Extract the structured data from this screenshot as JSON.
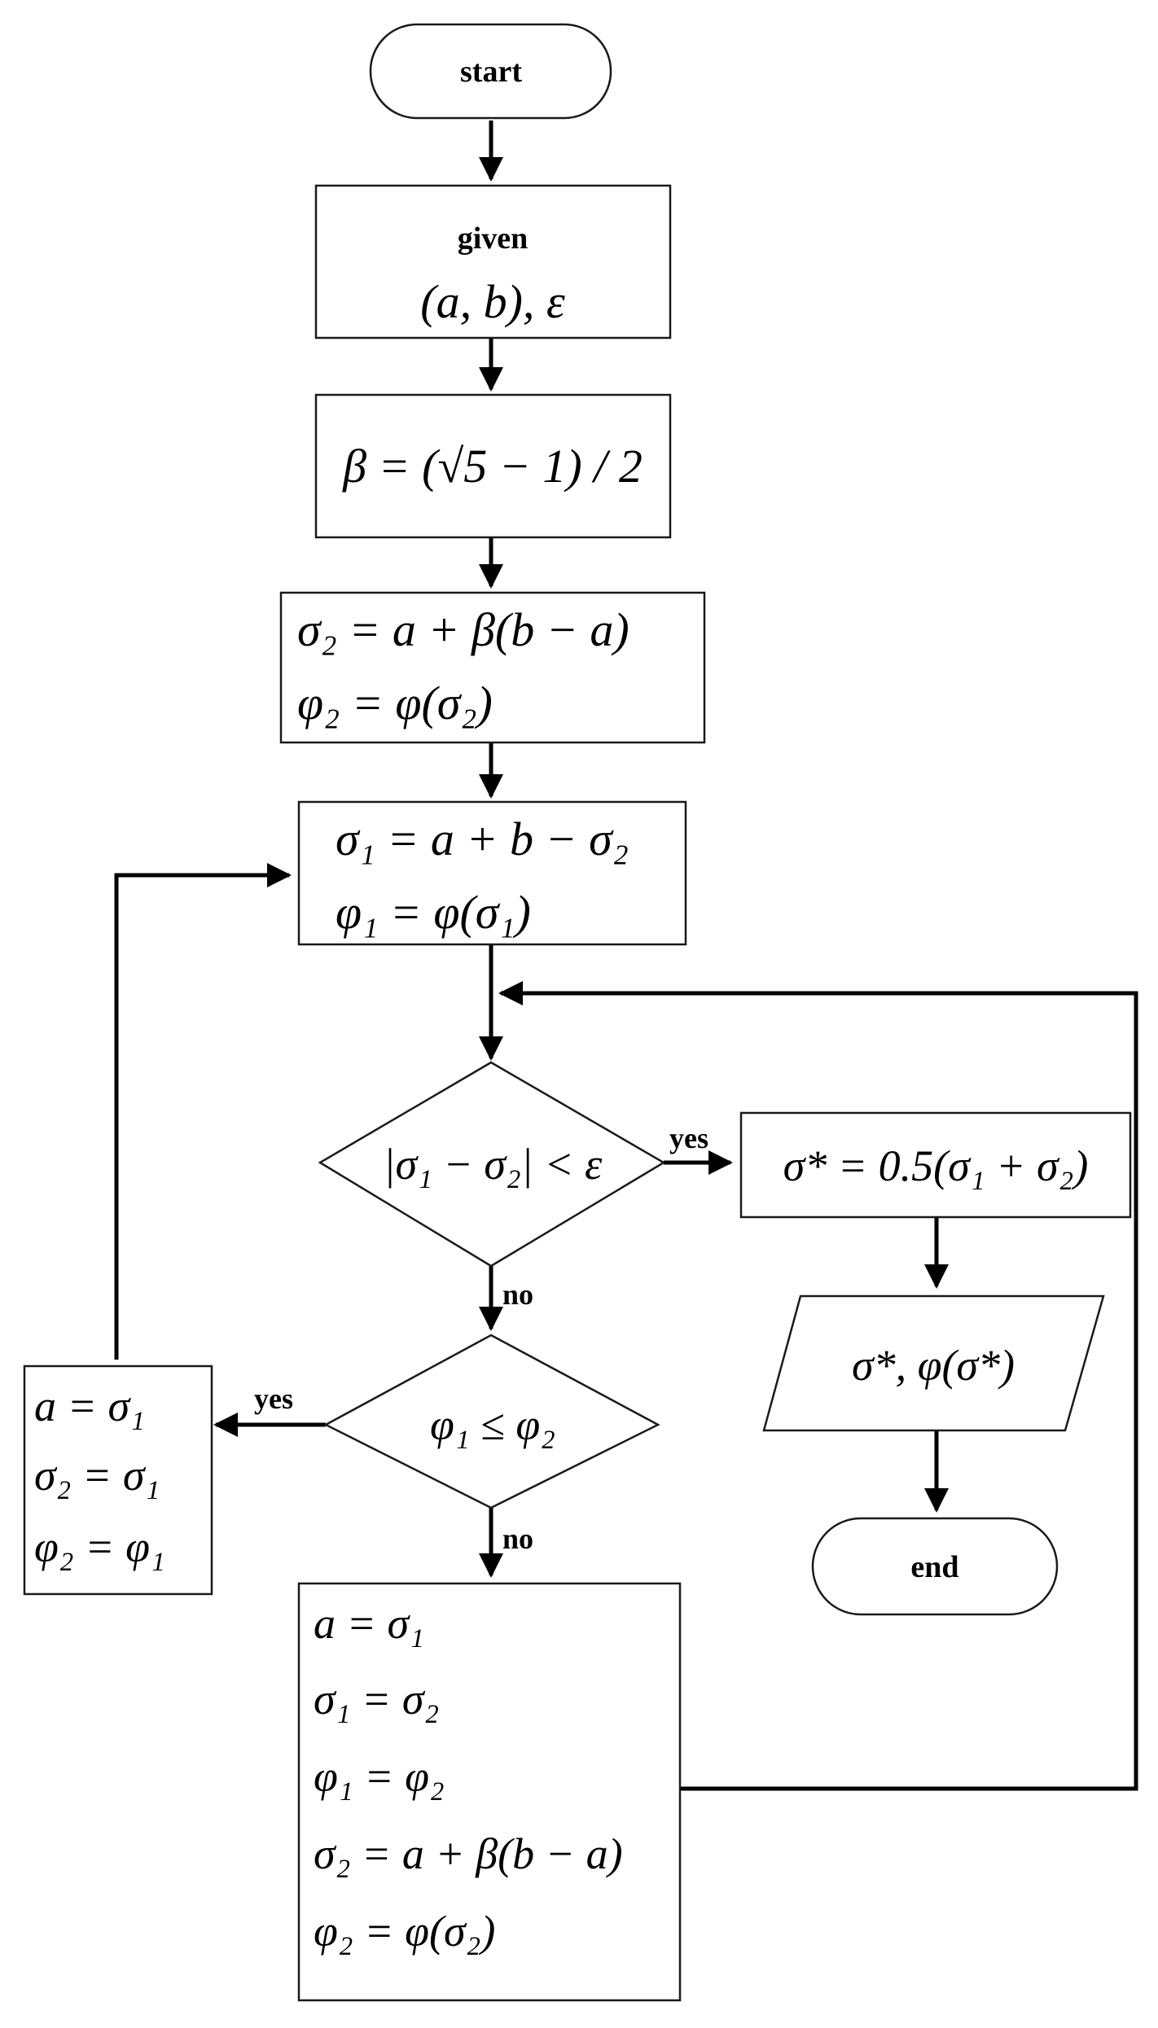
{
  "nodes": {
    "start": {
      "label": "start"
    },
    "given": {
      "title": "given",
      "expr": "(a, b), ε"
    },
    "beta": {
      "expr": "β = (√5 − 1) / 2"
    },
    "init_sigma2": {
      "line1": "σ₂ = a + β(b − a)",
      "line2": "φ₂ = φ(σ₂)"
    },
    "compute_sigma1": {
      "line1": "σ₁ = a + b − σ₂",
      "line2": "φ₁ = φ(σ₁)"
    },
    "converge_check": {
      "expr": "|σ₁ − σ₂| < ε"
    },
    "result": {
      "expr": "σ* = 0.5(σ₁ + σ₂)"
    },
    "output": {
      "expr": "σ*, φ(σ*)"
    },
    "end": {
      "label": "end"
    },
    "compare_phi": {
      "expr": "φ₁ ≤ φ₂"
    },
    "update_left": {
      "line1": "a = σ₁",
      "line2": "σ₂ = σ₁",
      "line3": "φ₂ = φ₁"
    },
    "update_right": {
      "line1": "a = σ₁",
      "line2": "σ₁ = σ₂",
      "line3": "φ₁ = φ₂",
      "line4": "σ₂ = a + β(b − a)",
      "line5": "φ₂ = φ(σ₂)"
    }
  },
  "edge_labels": {
    "converge_yes": "yes",
    "converge_no": "no",
    "compare_yes": "yes",
    "compare_no": "no"
  }
}
